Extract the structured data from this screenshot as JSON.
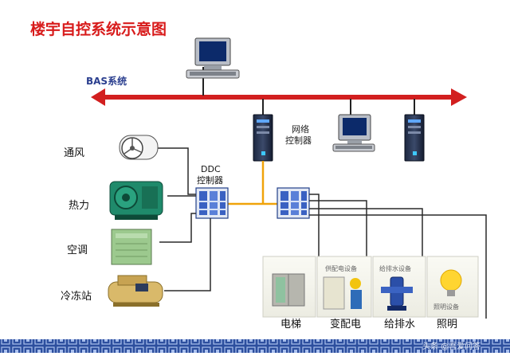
{
  "title": "楼宇自控系统示意图",
  "bus": {
    "label": "BAS系统"
  },
  "network_controller": {
    "line1": "网络",
    "line2": "控制器"
  },
  "ddc_controller": {
    "line1": "DDC",
    "line2": "控制器"
  },
  "left_devices": [
    "通风",
    "热力",
    "空调",
    "冷冻站"
  ],
  "bottom_devices": [
    "电梯",
    "变配电",
    "给排水",
    "照明"
  ],
  "bottom_panel_captions": [
    "供配电设备",
    "给排水设备",
    "照明设备"
  ],
  "watermark": "头条 @吾爱问答",
  "colors": {
    "title": "#d81b1b",
    "bus": "#d21f1f",
    "link_orange": "#f0a30a",
    "lines": "#2a2a2a",
    "footer_band": "#2d4f9e"
  }
}
